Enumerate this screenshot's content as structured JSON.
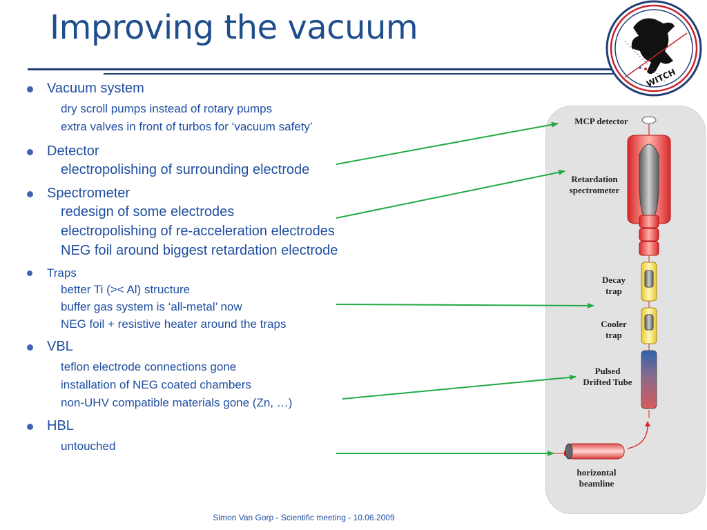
{
  "title": "Improving the vacuum",
  "bullets": [
    {
      "heading": "Vacuum system",
      "size": "l",
      "items": [
        "dry scroll pumps instead of rotary pumps",
        "extra valves in front of turbos for ‘vacuum safety’"
      ],
      "item_size": "m"
    },
    {
      "heading": "Detector",
      "size": "l",
      "items": [
        "electropolishing of surrounding electrode"
      ],
      "item_size": "l"
    },
    {
      "heading": "Spectrometer",
      "size": "l",
      "items": [
        "redesign of some electrodes",
        "electropolishing of re-acceleration electrodes",
        "NEG foil around biggest retardation electrode"
      ],
      "item_size": "l"
    },
    {
      "heading": "Traps",
      "size": "s",
      "items": [
        "better Ti (>< Al) structure",
        "buffer gas system is ‘all-metal’ now",
        "NEG foil + resistive heater around the traps"
      ],
      "item_size": "s"
    },
    {
      "heading": "VBL",
      "size": "l",
      "items": [
        "teflon electrode connections gone",
        "installation of NEG coated chambers",
        "non-UHV compatible materials gone (Zn, …)"
      ],
      "item_size": "m"
    },
    {
      "heading": "HBL",
      "size": "l",
      "items": [
        "untouched"
      ],
      "item_size": "m"
    }
  ],
  "diagram": {
    "labels": {
      "mcp": "MCP detector",
      "retardation": [
        "Retardation",
        "spectrometer"
      ],
      "decay": [
        "Decay",
        "trap"
      ],
      "cooler": [
        "Cooler",
        "trap"
      ],
      "pulsed": [
        "Pulsed",
        "Drifted Tube"
      ],
      "horizontal": [
        "horizontal",
        "beamline"
      ]
    },
    "colors": {
      "arrow": "#22aa44",
      "red_electrode": "#e53a3a",
      "trap_yellow": "#f4e36a",
      "tube_blue": "#3a6fb5",
      "panel": "#e2e2e2"
    }
  },
  "logo": {
    "text": "WITCH"
  },
  "footer": "Simon Van Gorp - Scientific meeting - 10.06.2009"
}
